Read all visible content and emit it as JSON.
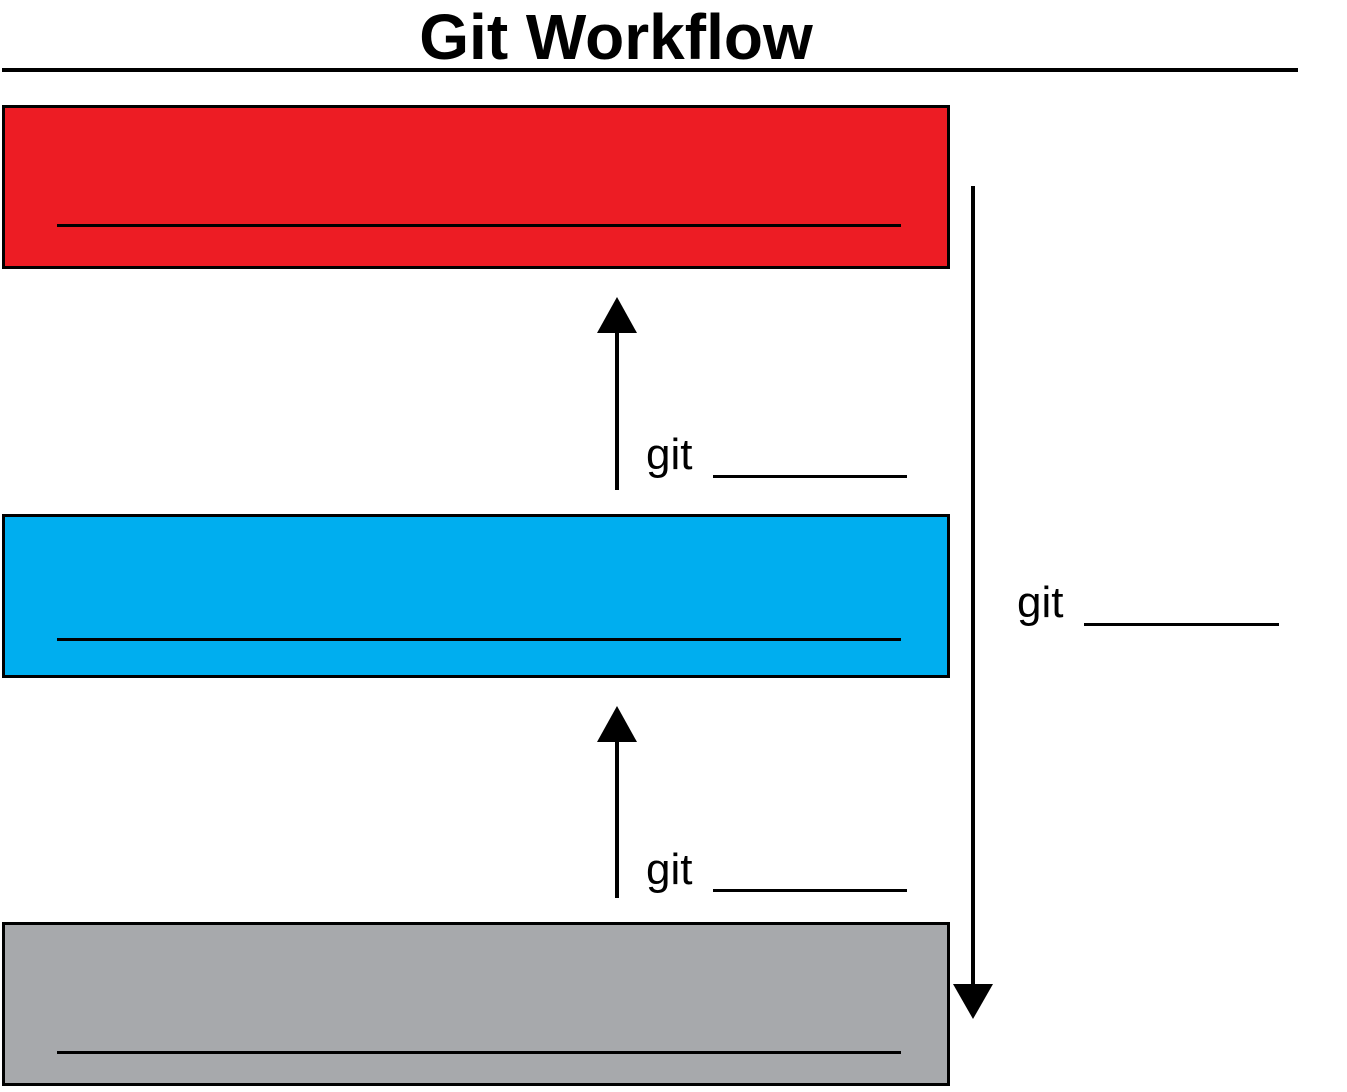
{
  "title": "Git Workflow",
  "stages": [
    {
      "name": "top",
      "color": "#ed1c24",
      "blank": ""
    },
    {
      "name": "middle",
      "color": "#00aeef",
      "blank": ""
    },
    {
      "name": "bottom",
      "color": "#a7a9ac",
      "blank": ""
    }
  ],
  "commands": {
    "upper": {
      "prefix": "git",
      "blank": ""
    },
    "lower": {
      "prefix": "git",
      "blank": ""
    },
    "side": {
      "prefix": "git",
      "blank": ""
    }
  }
}
